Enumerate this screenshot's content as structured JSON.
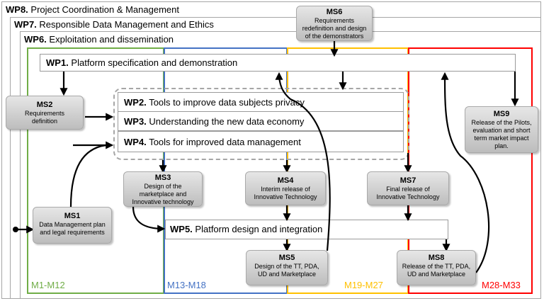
{
  "wp8": {
    "code": "WP8.",
    "title": "Project Coordination & Management"
  },
  "wp7": {
    "code": "WP7.",
    "title": "Responsible Data Management and Ethics"
  },
  "wp6": {
    "code": "WP6.",
    "title": "Exploitation and dissemination"
  },
  "wp1": {
    "code": "WP1.",
    "title": "Platform specification and demonstration"
  },
  "wp2": {
    "code": "WP2.",
    "title": "Tools to improve data subjects privacy"
  },
  "wp3": {
    "code": "WP3.",
    "title": "Understanding the new data economy"
  },
  "wp4": {
    "code": "WP4.",
    "title": "Tools for improved data management"
  },
  "wp5": {
    "code": "WP5.",
    "title": "Platform design and integration"
  },
  "milestones": {
    "ms1": {
      "id": "MS1",
      "line1": "Data Management plan",
      "line2": "and legal requirements"
    },
    "ms2": {
      "id": "MS2",
      "line1": "Requirements",
      "line2": "definition"
    },
    "ms3": {
      "id": "MS3",
      "line1": "Design of the",
      "line2": "marketplace and",
      "line3": "Innovative technology"
    },
    "ms4": {
      "id": "MS4",
      "line1": "Interim release of",
      "line2": "Innovative Technology"
    },
    "ms5": {
      "id": "MS5",
      "line1": "Design of the TT, PDA,",
      "line2": "UD and Marketplace"
    },
    "ms6": {
      "id": "MS6",
      "line1": "Requirements",
      "line2": "redefinition and design",
      "line3": "of the demonstrators"
    },
    "ms7": {
      "id": "MS7",
      "line1": "Final release of",
      "line2": "Innovative Technology"
    },
    "ms8": {
      "id": "MS8",
      "line1": "Release of the TT, PDA,",
      "line2": "UD and Marketplace"
    },
    "ms9": {
      "id": "MS9",
      "line1": "Release of the Pilots,",
      "line2": "evaluation and short",
      "line3": "term market impact",
      "line4": "plan."
    }
  },
  "phases": [
    {
      "label": "M1-M12",
      "color": "#70ad47"
    },
    {
      "label": "M13-M18",
      "color": "#4472c4"
    },
    {
      "label": "M19-M27",
      "color": "#ffc000"
    },
    {
      "label": "M28-M33",
      "color": "#ff0000"
    }
  ]
}
